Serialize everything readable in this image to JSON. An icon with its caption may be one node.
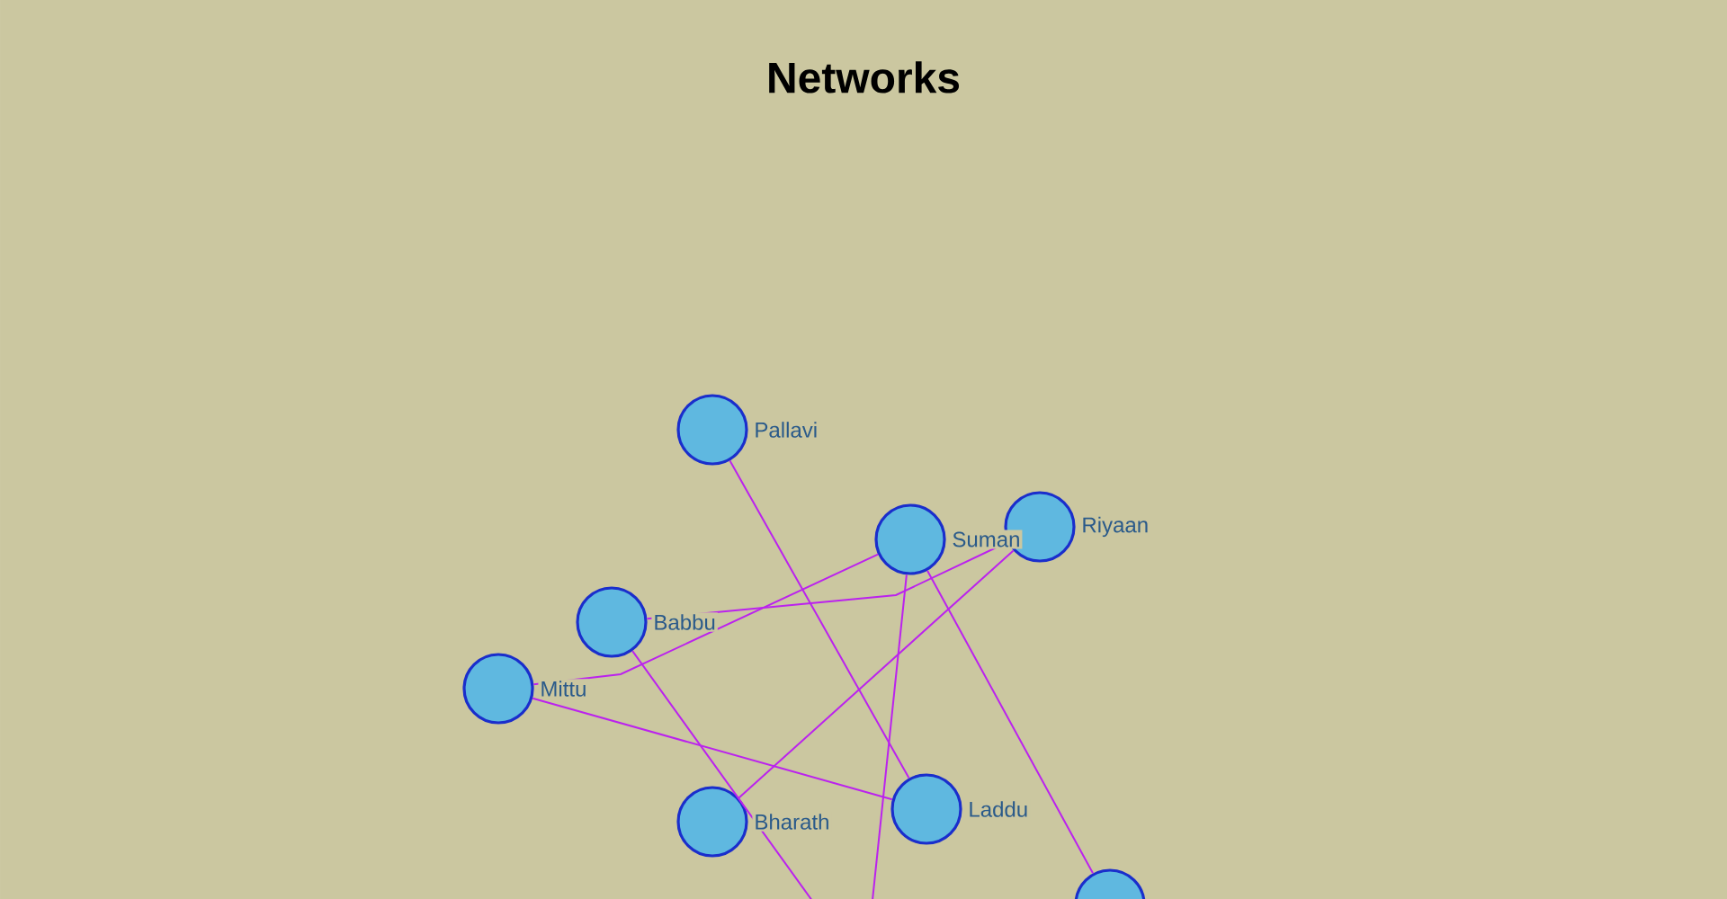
{
  "diagram": {
    "title": "Networks",
    "nodes": [
      {
        "text": [],
        "shape": "circle",
        "beside": [
          "Pallavi"
        ]
      },
      {
        "text": [],
        "shape": "circle",
        "beside": [
          "Suman"
        ]
      },
      {
        "text": [],
        "shape": "circle",
        "beside": [
          "Riyaan"
        ]
      },
      {
        "text": [],
        "shape": "circle",
        "beside": [
          "Babbu"
        ]
      },
      {
        "text": [],
        "shape": "circle",
        "beside": [
          "Mittu"
        ]
      },
      {
        "text": [],
        "shape": "circle",
        "beside": [
          "Bharath"
        ]
      },
      {
        "text": [],
        "shape": "circle",
        "beside": [
          "Laddu"
        ]
      },
      {
        "text": [],
        "shape": "circle"
      }
    ],
    "edges": [
      {
        "from": 0,
        "to": 6,
        "arrow": "none"
      },
      {
        "from": 4,
        "to": 1,
        "arrow": "none"
      },
      {
        "from": 3,
        "to": 2,
        "arrow": "none"
      },
      {
        "from": 2,
        "to": 5,
        "arrow": "none"
      },
      {
        "from": 4,
        "to": 6,
        "arrow": "none"
      },
      {
        "from": 1,
        "to": 7,
        "arrow": "none"
      },
      {
        "from": 3,
        "to": null,
        "arrow": "none"
      },
      {
        "from": 1,
        "to": null,
        "arrow": "none"
      }
    ]
  }
}
